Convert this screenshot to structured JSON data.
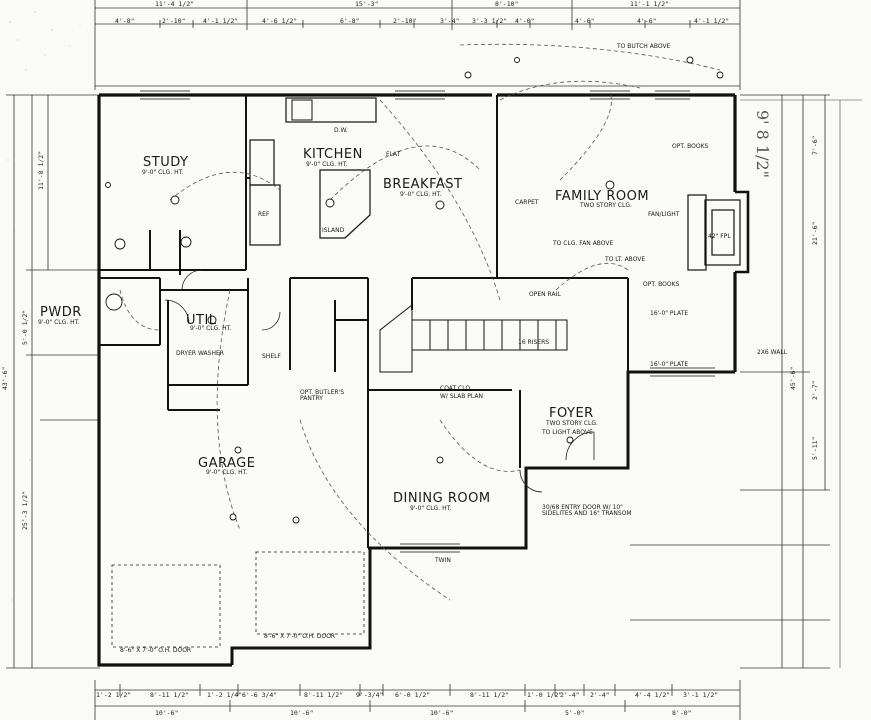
{
  "rooms": {
    "study": {
      "name": "STUDY",
      "note": "9'-0\" CLG. HT."
    },
    "kitchen": {
      "name": "KITCHEN",
      "note": "9'-0\" CLG. HT."
    },
    "breakfast": {
      "name": "BREAKFAST",
      "note": "9'-0\" CLG. HT."
    },
    "family_room": {
      "name": "FAMILY ROOM",
      "note": "TWO STORY CLG."
    },
    "pwdr": {
      "name": "PWDR",
      "note": "9'-0\" CLG. HT."
    },
    "util": {
      "name": "UTIL",
      "note": "9'-0\" CLG. HT."
    },
    "garage": {
      "name": "GARAGE",
      "note": "9'-0\" CLG. HT."
    },
    "foyer": {
      "name": "FOYER",
      "note": "TWO STORY CLG."
    },
    "dining_room": {
      "name": "DINING ROOM",
      "note": "9'-0\" CLG. HT."
    }
  },
  "notes": {
    "to_butch": "TO BUTCH ABOVE",
    "flat": "FLAT",
    "fan_light": "FAN/LIGHT",
    "carpet": "CARPET",
    "clg_fan": "TO CLG. FAN ABOVE",
    "lt_above": "TO LT. ABOVE",
    "opt_books_top": "OPT. BOOKS",
    "opt_books_mid": "OPT. BOOKS",
    "fpl": "42\" FPL",
    "plate_top": "16'-0\" PLATE",
    "plate_bottom": "16'-0\" PLATE",
    "wall": "2X6 WALL",
    "island": "ISLAND",
    "dw": "D.W.",
    "ref": "REF",
    "shelf": "SHELF",
    "dryer_washer": "DRYER WASHER",
    "opt_butler": "OPT. BUTLER'S PANTRY",
    "coat_clo": "COAT CLO.",
    "slab_plan": "W/ SLAB PLAN",
    "open_rail": "OPEN RAIL",
    "risers": "16 RISERS",
    "foyer_light": "TO LIGHT ABOVE",
    "entry_door": "30/68 ENTRY DOOR W/ 10\" SIDELITES AND 16\" TRANSOM",
    "garage_door_left": "8'-6\" X 7'-0\" O.H. DOOR",
    "garage_door_right": "8'-6\" X 7'-0\" O.H. DOOR",
    "twin": "TWIN",
    "hand_note": "9' 8 1/2\""
  },
  "dims_top": [
    "11'-4 1/2\"",
    "15'-3\"",
    "8'-10\"",
    "11'-1 1/2\""
  ],
  "dims_top2": [
    "4'-8\"",
    "2'-10\"",
    "4'-1 1/2\"",
    "4'-6 1/2\"",
    "6'-8\"",
    "2'-10\"",
    "3'-4\"",
    "3'-3 1/2\"",
    "4'-0\"",
    "4'-6\"",
    "4'-6\"",
    "4'-1 1/2\""
  ],
  "dims_bottom": [
    "1'-2 1/2\"",
    "8'-11 1/2\"",
    "1'-2 1/4\"",
    "6'-6 3/4\"",
    "8'-11 1/2\"",
    "9'-3/4\"",
    "6'-0 1/2\"",
    "8'-11 1/2\"",
    "1'-0 1/2\"",
    "2'-4\"",
    "2'-4\"",
    "4'-4 1/2\"",
    "3'-1 1/2\""
  ],
  "dims_bottom2": [
    "10'-6\"",
    "10'-6\"",
    "10'-6\"",
    "5'-0\"",
    "8'-0\""
  ],
  "dims_left": [
    "43'-6\"",
    "25'-3 1/2\"",
    "11'-8 1/2\"",
    "5'-0 1/2\""
  ],
  "dims_right": [
    "21'-6\"",
    "45'-6\"",
    "7'-6\"",
    "5'-11\"",
    "2'-7\""
  ]
}
